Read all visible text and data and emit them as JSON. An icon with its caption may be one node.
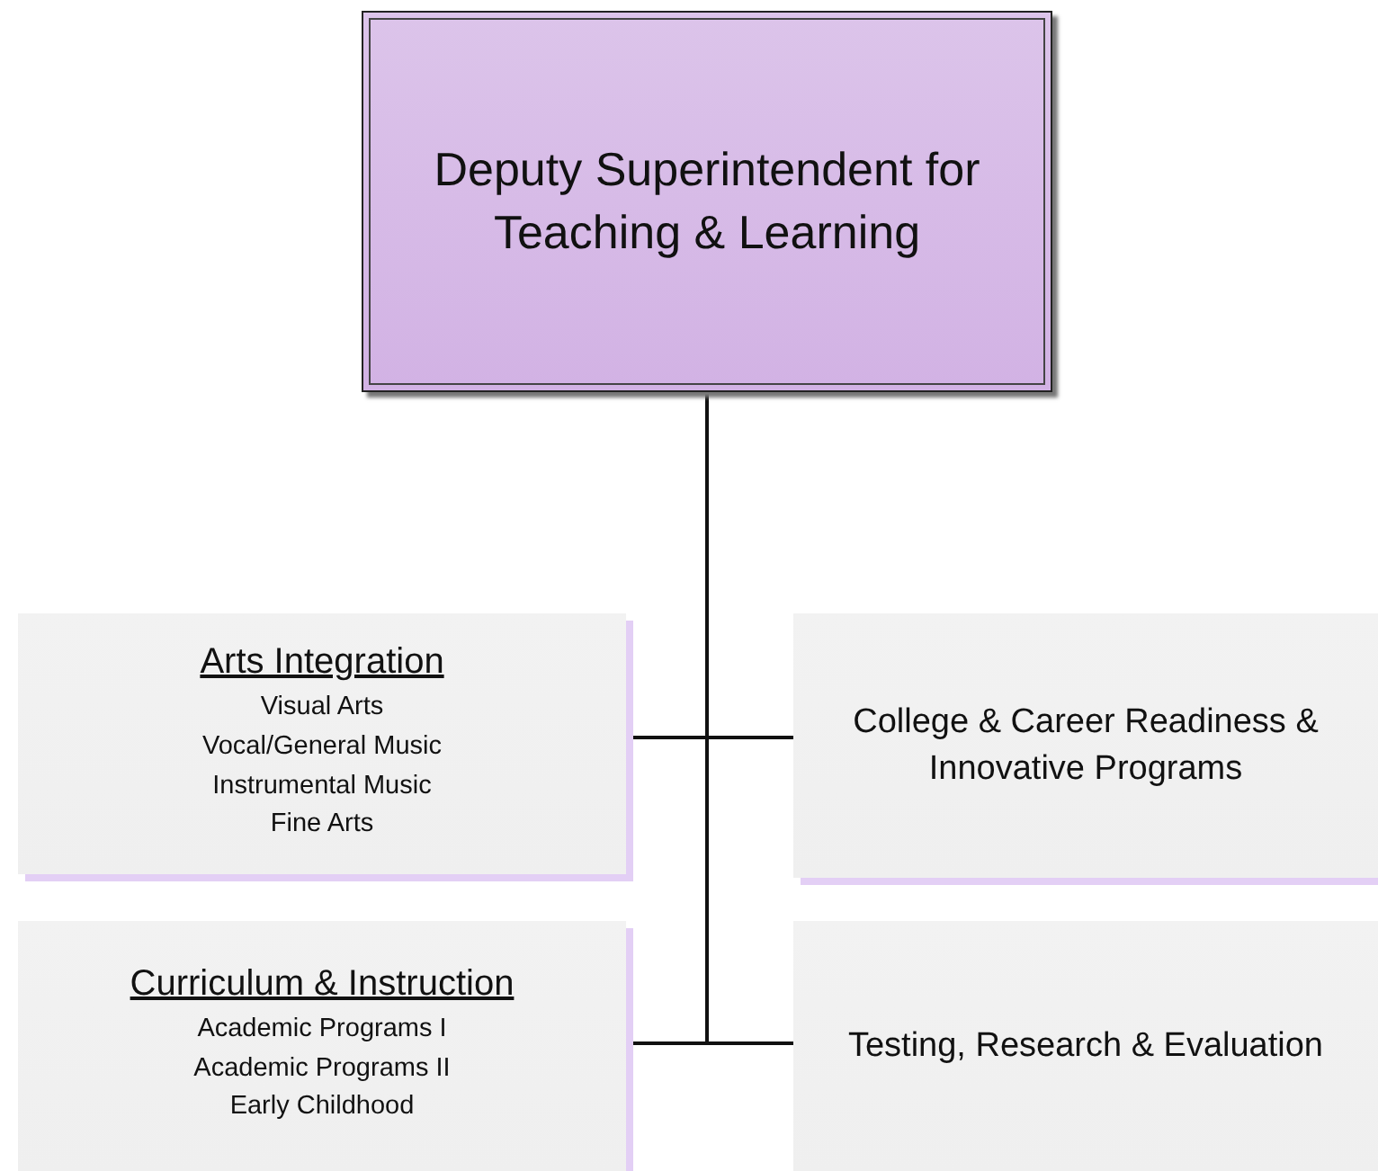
{
  "diagram": {
    "nodes": [
      {
        "text": [
          "Deputy Superintendent for Teaching & Learning"
        ]
      },
      {
        "text": [
          "Arts Integration",
          "Visual Arts",
          "Vocal/General Music",
          "Instrumental Music",
          "Fine Arts"
        ]
      },
      {
        "text": [
          "College & Career Readiness & Innovative Programs"
        ]
      },
      {
        "text": [
          "Curriculum & Instruction",
          "Academic Programs I",
          "Academic Programs II",
          "Early Childhood"
        ]
      },
      {
        "text": [
          "Testing, Research & Evaluation"
        ]
      }
    ],
    "edges": [
      {
        "from": 0,
        "to": 1,
        "arrow": "none"
      },
      {
        "from": 0,
        "to": 2,
        "arrow": "none"
      },
      {
        "from": 0,
        "to": 3,
        "arrow": "none"
      },
      {
        "from": 0,
        "to": 4,
        "arrow": "none"
      }
    ]
  }
}
